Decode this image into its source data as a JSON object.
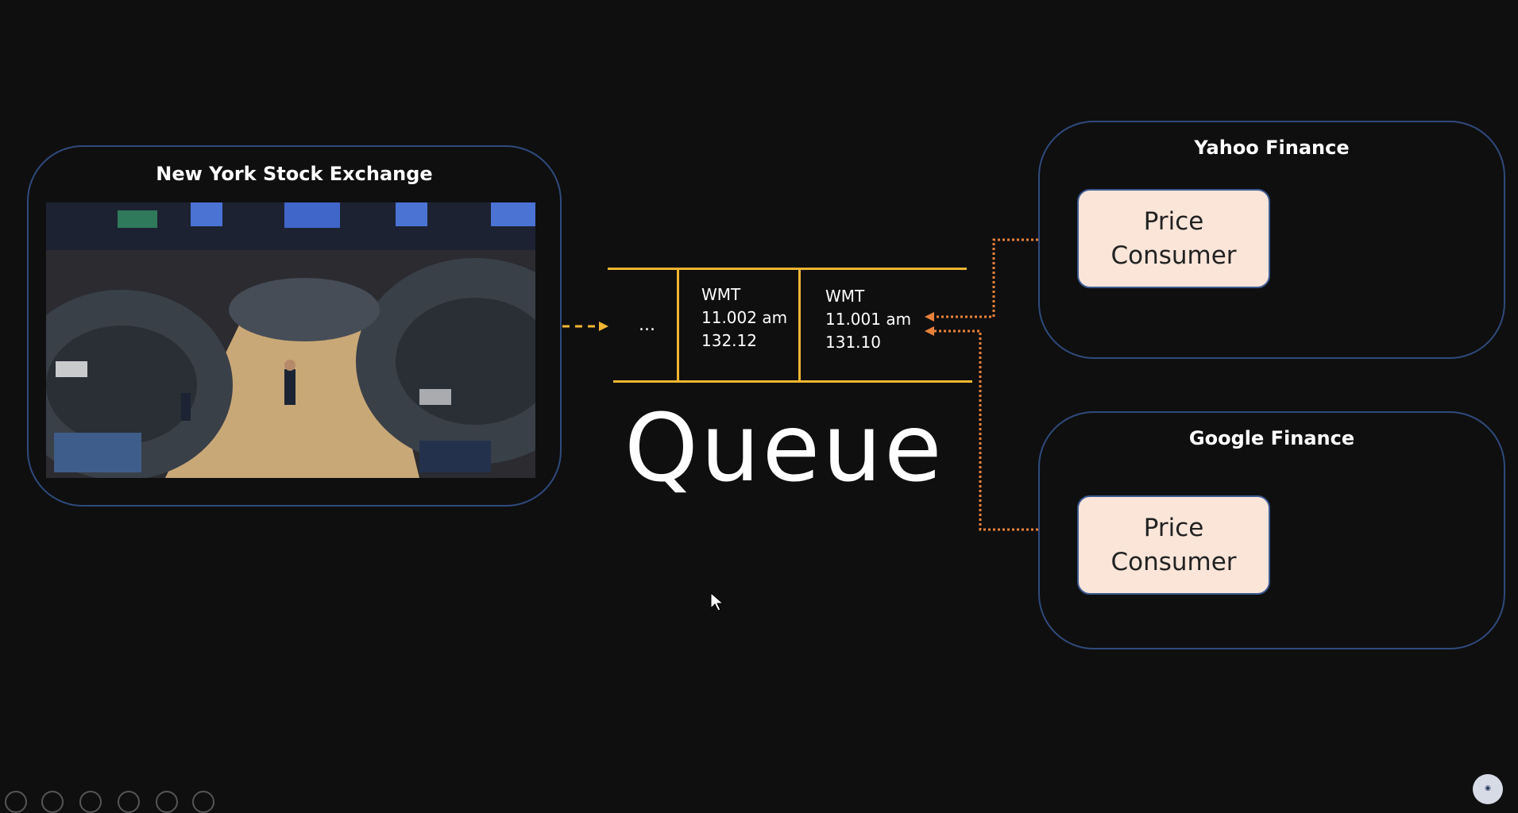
{
  "producer": {
    "title": "New York Stock Exchange"
  },
  "queue": {
    "label": "Queue",
    "ellipsis": "...",
    "messages": [
      {
        "symbol": "WMT",
        "time": "11.002 am",
        "price": "132.12"
      },
      {
        "symbol": "WMT",
        "time": "11.001 am",
        "price": "131.10"
      }
    ]
  },
  "consumers": [
    {
      "title": "Yahoo Finance",
      "box_label_line1": "Price",
      "box_label_line2": "Consumer"
    },
    {
      "title": "Google Finance",
      "box_label_line1": "Price",
      "box_label_line2": "Consumer"
    }
  ],
  "colors": {
    "background": "#0f0f10",
    "panel_border": "#2f4a7c",
    "queue_line": "#f2b632",
    "producer_arrow": "#f2b632",
    "consumer_arrow": "#e8823a",
    "consumer_box": "#fbe5d9"
  }
}
